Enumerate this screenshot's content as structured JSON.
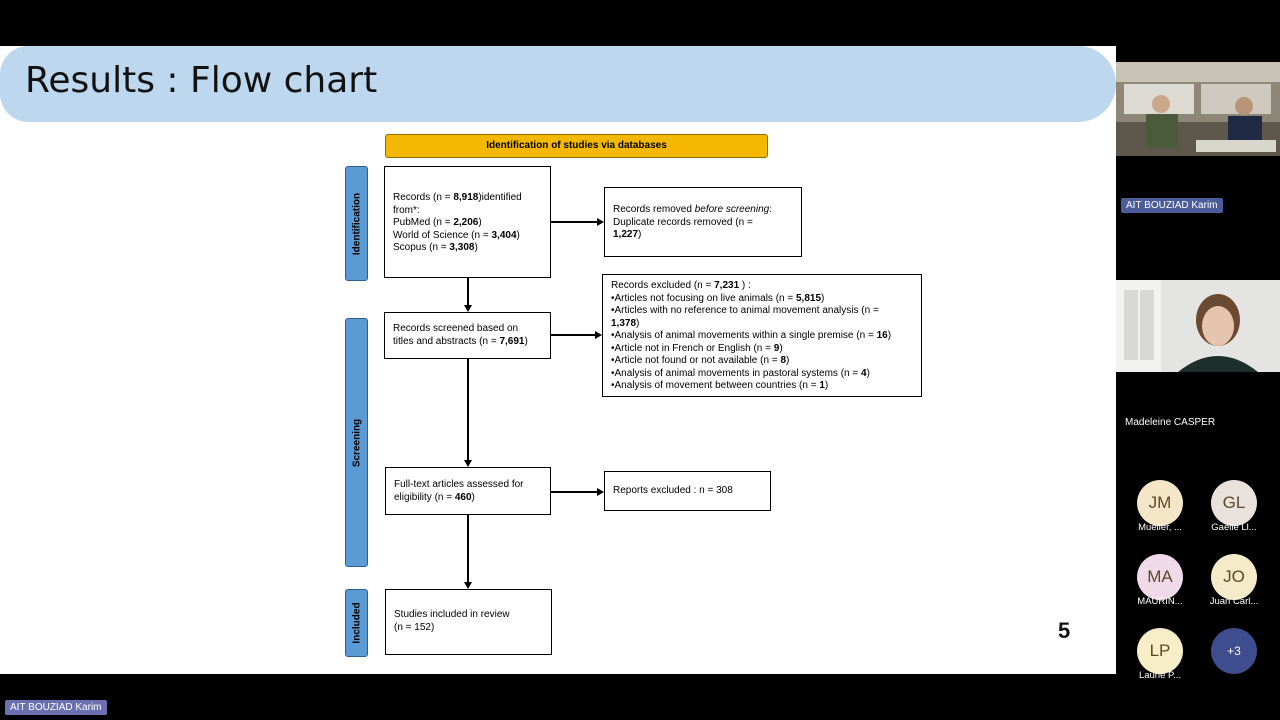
{
  "slide": {
    "title": "Results : Flow chart",
    "page_number": "5"
  },
  "flowchart": {
    "header": "Identification of studies via databases",
    "phases": {
      "identification": "Identification",
      "screening": "Screening",
      "included": "Included"
    },
    "records_identified": {
      "line1_pre": "Records (n = ",
      "line1_num": "8,918",
      "line1_post": ")identified",
      "line2": "from*:",
      "pubmed_pre": "PubMed (n = ",
      "pubmed_num": "2,206",
      "pubmed_post": ")",
      "wos_pre": "World of Science (n = ",
      "wos_num": "3,404",
      "wos_post": ")",
      "scopus_pre": "Scopus (n = ",
      "scopus_num": "3,308",
      "scopus_post": ")"
    },
    "records_removed": {
      "line1_pre": "Records removed ",
      "line1_em": "before screening",
      "line1_post": ":",
      "line2": "Duplicate records removed  (n =",
      "line3_num": "1,227",
      "line3_post": ")"
    },
    "records_screened": {
      "line1": "Records screened based on",
      "line2_pre": "titles and abstracts (n = ",
      "line2_num": "7,691",
      "line2_post": ")"
    },
    "records_excluded": {
      "head_pre": "Records excluded (n = ",
      "head_num": "7,231",
      "head_post": " ) :",
      "items": [
        {
          "pre": "•Articles not focusing on live animals (n = ",
          "num": "5,815",
          "post": ")"
        },
        {
          "pre": "•Articles with no reference to animal movement analysis (n =",
          "num": "",
          "post": ""
        },
        {
          "pre": "",
          "num": "1,378",
          "post": ")"
        },
        {
          "pre": "•Analysis of animal movements within a single premise (n = ",
          "num": "16",
          "post": ")"
        },
        {
          "pre": "•Article not in French or English (n = ",
          "num": "9",
          "post": ")"
        },
        {
          "pre": "•Article not found or not available (n = ",
          "num": "8",
          "post": ")"
        },
        {
          "pre": "•Analysis of animal movements in pastoral systems (n = ",
          "num": "4",
          "post": ")"
        },
        {
          "pre": "•Analysis of movement between countries (n = ",
          "num": "1",
          "post": ")"
        }
      ]
    },
    "fulltext": {
      "line1": "Full-text articles assessed for",
      "line2_pre": "eligibility (n = ",
      "line2_num": "460",
      "line2_post": ")"
    },
    "reports_excluded": "Reports excluded : n = 308",
    "included": {
      "line1": "Studies included in review",
      "line2": "(n = 152)"
    }
  },
  "meeting": {
    "speaker_tag_top": "AIT BOUZIAD Karim",
    "participant_name": "Madeleine  CASPER",
    "bottom_tag": "AIT BOUZIAD Karim",
    "avatars": [
      {
        "initials": "JM",
        "label": "Mueller, ...",
        "color": "#f5e6c8"
      },
      {
        "initials": "GL",
        "label": "Gaëlle  Ll...",
        "color": "#e9e1dc"
      },
      {
        "initials": "MA",
        "label": "MAURIN...",
        "color": "#f0d9e8"
      },
      {
        "initials": "JO",
        "label": "Juan Carl...",
        "color": "#f5ebc8"
      },
      {
        "initials": "LP",
        "label": "Laurie  P...",
        "color": "#f7edc6"
      }
    ],
    "more_count": "+3"
  }
}
